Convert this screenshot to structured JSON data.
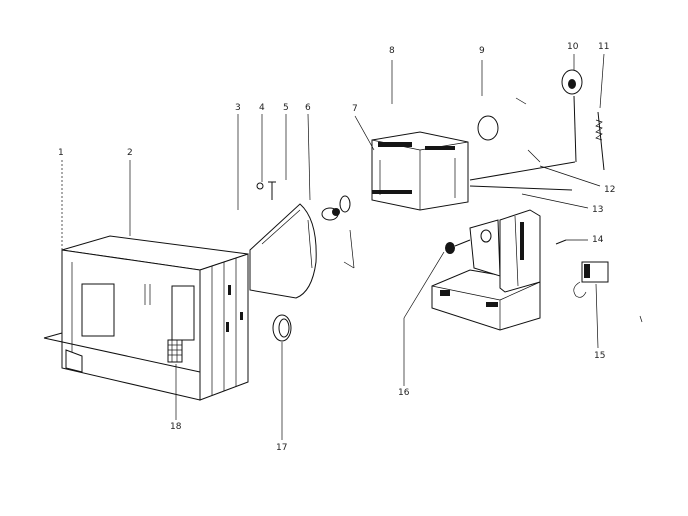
{
  "diagram": {
    "callouts": [
      {
        "id": "c1",
        "text": "1"
      },
      {
        "id": "c2",
        "text": "2"
      },
      {
        "id": "c3",
        "text": "3"
      },
      {
        "id": "c4",
        "text": "4"
      },
      {
        "id": "c5",
        "text": "5"
      },
      {
        "id": "c6",
        "text": "6"
      },
      {
        "id": "c7",
        "text": "7"
      },
      {
        "id": "c8",
        "text": "8"
      },
      {
        "id": "c9",
        "text": "9"
      },
      {
        "id": "c10",
        "text": "10"
      },
      {
        "id": "c11",
        "text": "11"
      },
      {
        "id": "c12",
        "text": "12"
      },
      {
        "id": "c13",
        "text": "13"
      },
      {
        "id": "c14",
        "text": "14"
      },
      {
        "id": "c15",
        "text": "15"
      },
      {
        "id": "c16",
        "text": "16"
      },
      {
        "id": "c17",
        "text": "17"
      },
      {
        "id": "c18",
        "text": "18"
      }
    ],
    "colors": {
      "ink": "#111111",
      "paper": "#ffffff"
    }
  }
}
